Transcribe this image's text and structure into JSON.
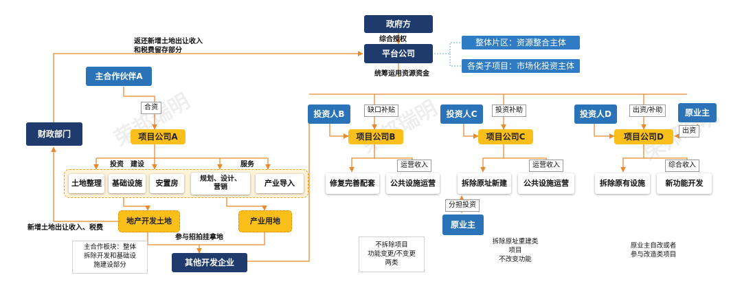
{
  "nodes": {
    "gov": "政府方",
    "platform": "平台公司",
    "partner_a": "主合作伙伴A",
    "finance": "财政部门",
    "investor_b": "投资人B",
    "investor_c": "投资人C",
    "investor_d": "投资人D",
    "owner_top": "原业主",
    "owner_bottom": "原业主",
    "project_a": "项目公司A",
    "project_b": "项目公司B",
    "project_c": "项目公司C",
    "project_d": "项目公司D",
    "land_dev": "地产开发土地",
    "industry_land": "产业用地",
    "other_dev": "其他开发企业"
  },
  "info_boxes": {
    "whole_area": "整体片区：资源整合主体",
    "sub_projects": "各类子项目：市场化投资主体"
  },
  "tasks": {
    "land_prep": "土地整理",
    "infra": "基础设施",
    "resettle": "安置房",
    "planning": "规划、设计、\n营销",
    "industry_intro": "产业导入",
    "repair": "修复完善配套",
    "public_ops_b": "公共设施运营",
    "demolish_new": "拆除原址新建",
    "public_ops_c": "公共设施运营",
    "demolish_existing": "拆除原有设施",
    "new_function": "新功能开发"
  },
  "labels": {
    "authorization": "综合授权",
    "return_revenue": "返还新增土地出让收入\n和税费留存部分",
    "coordinate_funds": "统筹运用资源资金",
    "investment": "投资",
    "construction": "建设",
    "service": "服务",
    "new_land_revenue": "新增土地出让收入、税费",
    "bid_land": "参与招拍挂拿地"
  },
  "tags": {
    "joint_venture": "合资",
    "gap_subsidy": "缺口补贴",
    "investment_subsidy": "投资补助",
    "capital_subsidy": "出资/补助",
    "capital": "出资",
    "ops_revenue_b": "运营收入",
    "ops_revenue_c": "运营收入",
    "combined_revenue": "综合收入",
    "share_investment": "分担投资"
  },
  "notes": {
    "partner_block": "主合作板块：整体\n拆除开发和基础设\n施建设部分",
    "type_b": "不拆除项目\n功能变更/不变更\n两类",
    "type_c": "拆除原址重建类\n项目\n不改变功能",
    "type_d": "原业主自改或者\n参与改造类项目"
  },
  "watermark": "荣邦瑞明",
  "colors": {
    "navy": "#1f3b6d",
    "blue": "#2a73b8",
    "gold": "#fbbf1c",
    "line": "#e8892b"
  }
}
